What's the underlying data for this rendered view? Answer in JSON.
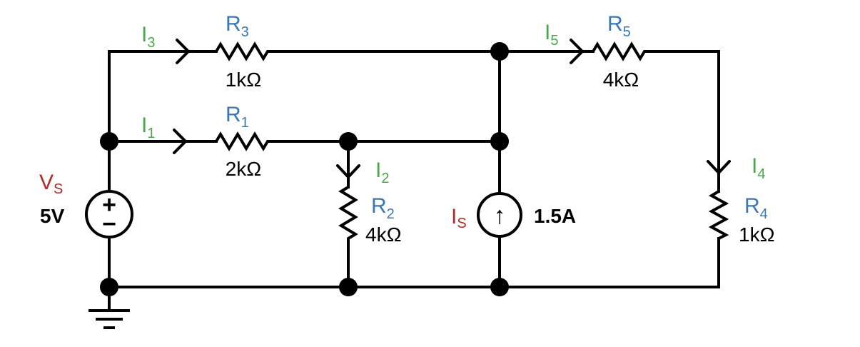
{
  "colors": {
    "current": "#4aa64a",
    "resistor": "#3a78b5",
    "source": "#b22a2a",
    "wire": "#000000"
  },
  "voltage_source": {
    "name": "V",
    "sub": "S",
    "value": "5V",
    "plus": "+",
    "minus": "−"
  },
  "current_source": {
    "name": "I",
    "sub": "S",
    "value": "1.5A",
    "arrow": "↑"
  },
  "resistors": {
    "r1": {
      "name": "R",
      "sub": "1",
      "value": "2kΩ"
    },
    "r2": {
      "name": "R",
      "sub": "2",
      "value": "4kΩ"
    },
    "r3": {
      "name": "R",
      "sub": "3",
      "value": "1kΩ"
    },
    "r4": {
      "name": "R",
      "sub": "4",
      "value": "1kΩ"
    },
    "r5": {
      "name": "R",
      "sub": "5",
      "value": "4kΩ"
    }
  },
  "currents": {
    "i1": {
      "name": "I",
      "sub": "1"
    },
    "i2": {
      "name": "I",
      "sub": "2"
    },
    "i3": {
      "name": "I",
      "sub": "3"
    },
    "i4": {
      "name": "I",
      "sub": "4"
    },
    "i5": {
      "name": "I",
      "sub": "5"
    }
  }
}
